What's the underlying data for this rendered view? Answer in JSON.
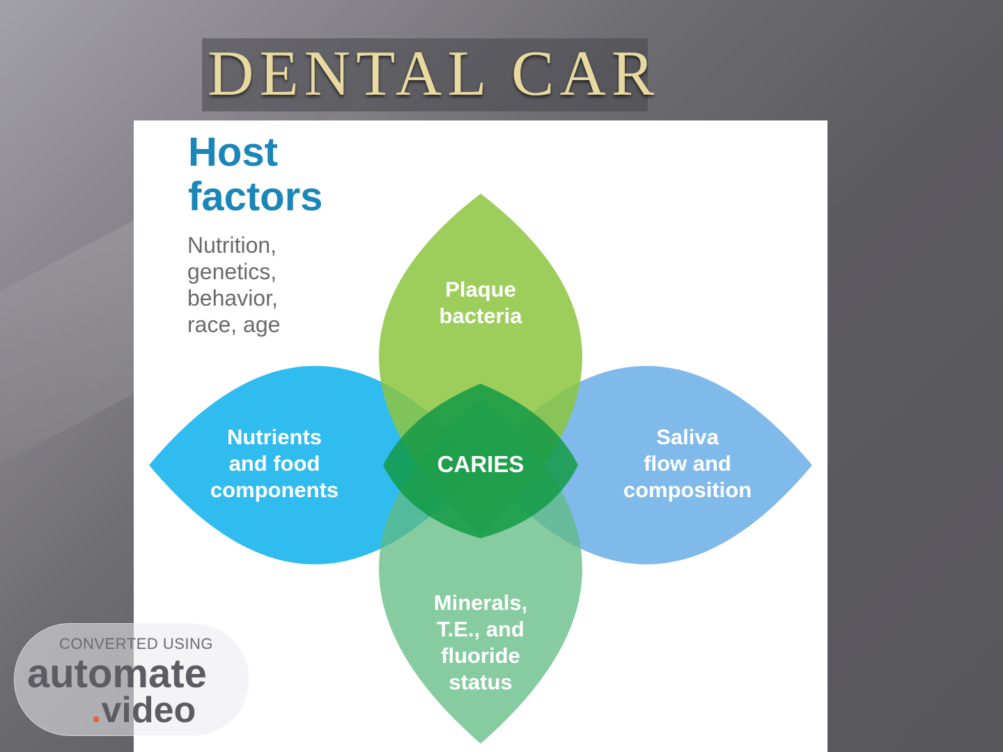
{
  "slide": {
    "title": "DENTAL CAR"
  },
  "diagram": {
    "host_title": [
      "Host",
      "factors"
    ],
    "host_description": [
      "Nutrition,",
      "genetics,",
      "behavior,",
      "race, age"
    ],
    "petals": {
      "top": {
        "lines": [
          "Plaque",
          "bacteria"
        ],
        "color": "#8cc63f"
      },
      "left": {
        "lines": [
          "Nutrients",
          "and food",
          "components"
        ],
        "color": "#1fb6ee"
      },
      "right": {
        "lines": [
          "Saliva",
          "flow and",
          "composition"
        ],
        "color": "#6aaee6"
      },
      "bottom": {
        "lines": [
          "Minerals,",
          "T.E., and",
          "fluoride",
          "status"
        ],
        "color": "#6cc08c"
      }
    },
    "center_label": "CARIES",
    "colors": {
      "host_title": "#1a87b8",
      "center": "#139a45"
    }
  },
  "watermark": {
    "line1": "CONVERTED USING",
    "logo_line1": "automate",
    "logo_dot": ".",
    "logo_line2": "video"
  }
}
